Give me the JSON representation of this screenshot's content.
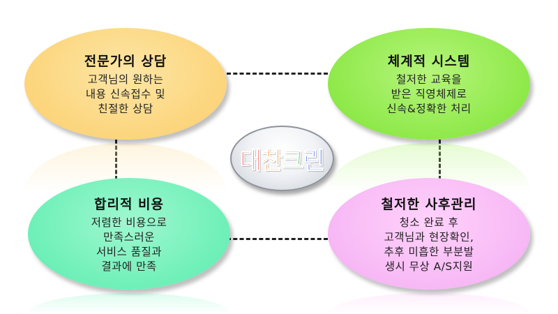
{
  "logo": {
    "chars": [
      "대",
      "찬",
      "크",
      "린"
    ],
    "colors": [
      "#e8262c",
      "#ff8a1e",
      "#18a33a",
      "#1d4fe0"
    ]
  },
  "bubbles": {
    "expert": {
      "title": "전문가의 상담",
      "lines": [
        "고객님의 원하는",
        "내용 신속접수 및",
        "친절한 상담"
      ],
      "color": "#fcd57c"
    },
    "system": {
      "title": "체계적 시스템",
      "lines": [
        "철저한 교육을",
        "받은 직영체제로",
        "신속&정확한 처리"
      ],
      "color": "#8fe94a"
    },
    "cost": {
      "title": "합리적 비용",
      "lines": [
        "저렴한 비용으로",
        "만족스러운",
        "서비스 품질과",
        "결과에 만족"
      ],
      "color": "#6ef0b8"
    },
    "after": {
      "title": "철저한 사후관리",
      "lines": [
        "청소 완료 후",
        "고객님과 현장확인,",
        "추후 미흡한 부분발",
        "생시 무상 A/S지원"
      ],
      "color": "#f7b8f5"
    }
  }
}
